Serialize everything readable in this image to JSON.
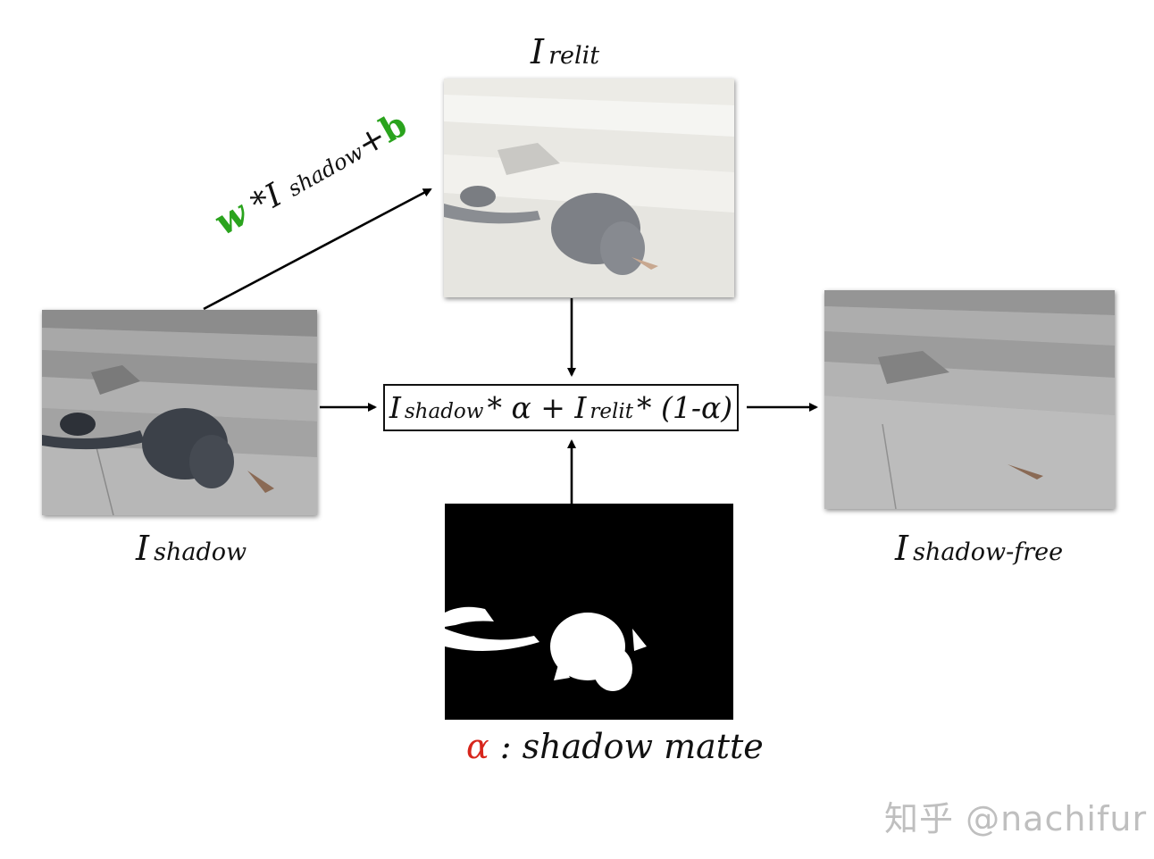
{
  "diagram": {
    "label_shadow_main": "I",
    "label_shadow_sub": "shadow",
    "label_relit_main": "I",
    "label_relit_sub": "relit",
    "label_free_main": "I",
    "label_free_sub": "shadow-free",
    "matte_symbol": "α",
    "matte_text": " : shadow matte",
    "relight_w": "w",
    "relight_mid": " *I ",
    "relight_sub": "shadow",
    "relight_plus": "+",
    "relight_b": "b",
    "formula": {
      "i1": "I",
      "s1": "shadow",
      "mid1": "* α + I",
      "s2": "relit",
      "mid2": "* (1-α)"
    },
    "colors": {
      "green": "#2aa31d",
      "red": "#d7261c"
    }
  },
  "watermark": "知乎 @nachifur"
}
